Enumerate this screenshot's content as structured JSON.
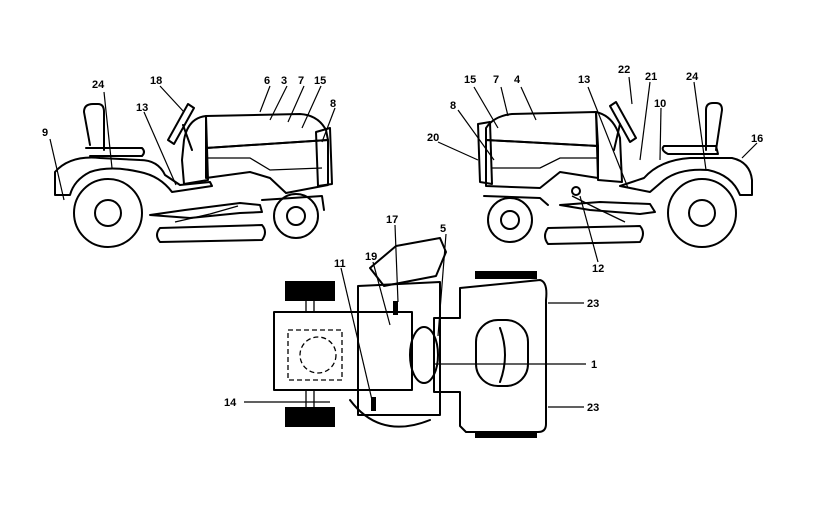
{
  "callouts": {
    "left_view": {
      "n9": "9",
      "n24": "24",
      "n18": "18",
      "n13": "13",
      "n6": "6",
      "n3": "3",
      "n7": "7",
      "n15": "15",
      "n8": "8"
    },
    "right_view": {
      "n15": "15",
      "n7": "7",
      "n4": "4",
      "n13": "13",
      "n22": "22",
      "n21": "21",
      "n24": "24",
      "n10": "10",
      "n16": "16",
      "n8": "8",
      "n20": "20",
      "n12": "12"
    },
    "top_view": {
      "n17": "17",
      "n5": "5",
      "n11": "11",
      "n19": "19",
      "n23a": "23",
      "n1": "1",
      "n14": "14",
      "n23b": "23"
    }
  },
  "colors": {
    "line": "#000000",
    "background": "#ffffff"
  }
}
